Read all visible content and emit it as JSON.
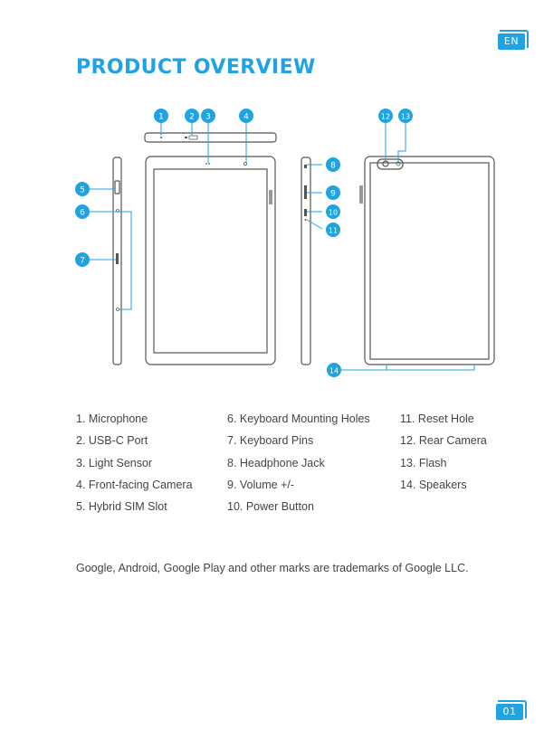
{
  "lang_badge": "EN",
  "page_number": "01",
  "title": "PRODUCT OVERVIEW",
  "callouts": [
    "1",
    "2",
    "3",
    "4",
    "5",
    "6",
    "7",
    "8",
    "9",
    "10",
    "11",
    "12",
    "13",
    "14"
  ],
  "legend": {
    "col1": [
      "1. Microphone",
      "2. USB-C Port",
      "3. Light Sensor",
      "4. Front-facing Camera",
      "5. Hybrid SIM Slot"
    ],
    "col2": [
      "6. Keyboard Mounting Holes",
      "7. Keyboard Pins",
      "8. Headphone Jack",
      "9. Volume +/-",
      "10. Power Button"
    ],
    "col3": [
      "11. Reset Hole",
      "12. Rear Camera",
      "13. Flash",
      "14. Speakers"
    ]
  },
  "footer": "Google, Android, Google Play and other marks are trademarks of Google LLC.",
  "colors": {
    "accent": "#1fa3e3",
    "line": "#555555"
  }
}
